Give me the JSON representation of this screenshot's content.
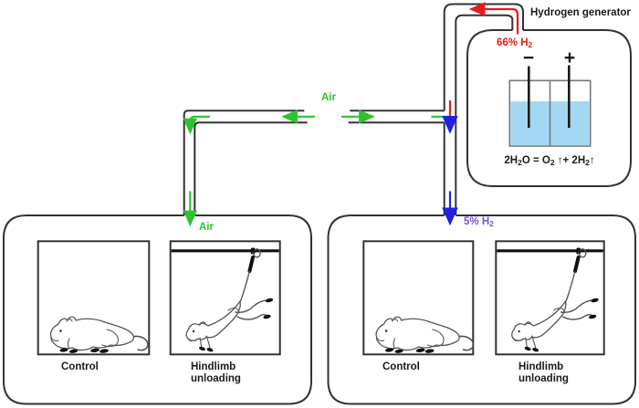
{
  "generator": {
    "title": "Hydrogen generator",
    "h2_out_label": {
      "text": "66% H",
      "sub": "2"
    },
    "cathode_sign": "−",
    "anode_sign": "+",
    "equation_runs": [
      "2H",
      "2",
      "O = O",
      "2",
      " ↑+ 2H",
      "2",
      "↑"
    ]
  },
  "flows": {
    "air_intake_label": "Air",
    "air_outlet_label": "Air",
    "h2_mix_label": {
      "text": "5% H",
      "sub": "2"
    }
  },
  "left_chamber": {
    "control_label": "Control",
    "hindlimb_label_line1": "Hindlimb",
    "hindlimb_label_line2": "unloading"
  },
  "right_chamber": {
    "control_label": "Control",
    "hindlimb_label_line1": "Hindlimb",
    "hindlimb_label_line2": "unloading"
  },
  "colors": {
    "line": "#333333",
    "red_arrow": "#e51c1c",
    "green_arrow": "#2dc32d",
    "blue_arrow": "#2121dd",
    "violet_text": "#7452e0",
    "water": "#a4d8f2",
    "cell_outline": "#777777",
    "rat_outline": "#555555"
  }
}
